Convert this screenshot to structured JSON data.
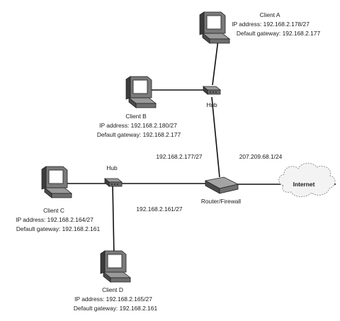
{
  "clients": [
    {
      "key": "a",
      "name": "Client A",
      "ip": "IP address: 192.168.2.178/27",
      "gateway": "Default gateway: 192.168.2.177"
    },
    {
      "key": "b",
      "name": "Client B",
      "ip": "IP address: 192.168.2.180/27",
      "gateway": "Default gateway: 192.168.2.177"
    },
    {
      "key": "c",
      "name": "Client C",
      "ip": "IP address: 192.168.2.164/27",
      "gateway": "Default gateway: 192.168.2.161"
    },
    {
      "key": "d",
      "name": "Client D",
      "ip": "IP address: 192.168.2.165/27",
      "gateway": "Default gateway: 192.168.2.161"
    }
  ],
  "hubs": {
    "upper": "Hub",
    "left": "Hub"
  },
  "router": {
    "label": "Router/Firewall",
    "ip_upper_left": "192.168.2.177/27",
    "ip_lower_left": "192.168.2.161/27",
    "ip_external": "207.209.68.1/24"
  },
  "internet": {
    "label": "Internet"
  }
}
